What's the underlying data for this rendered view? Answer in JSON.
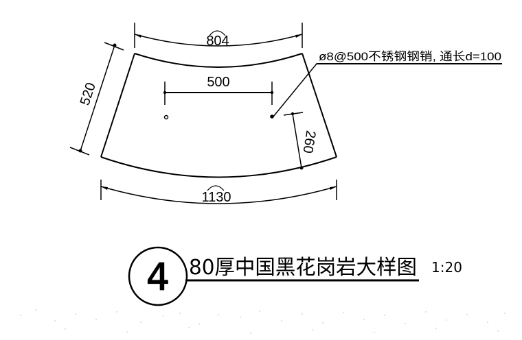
{
  "drawing": {
    "title": "80厚中国黑花岗岩大样图",
    "scale": "1:20",
    "detail_number": "4",
    "line_color": "#000000",
    "background": "#ffffff"
  },
  "dimensions": {
    "top_arc_length": "804",
    "bottom_arc_length": "1130",
    "side_length": "520",
    "pin_spacing": "500",
    "pin_offset": "260"
  },
  "annotations": {
    "pin_note": "ø8@500不锈钢钢销, 通长d=100"
  }
}
